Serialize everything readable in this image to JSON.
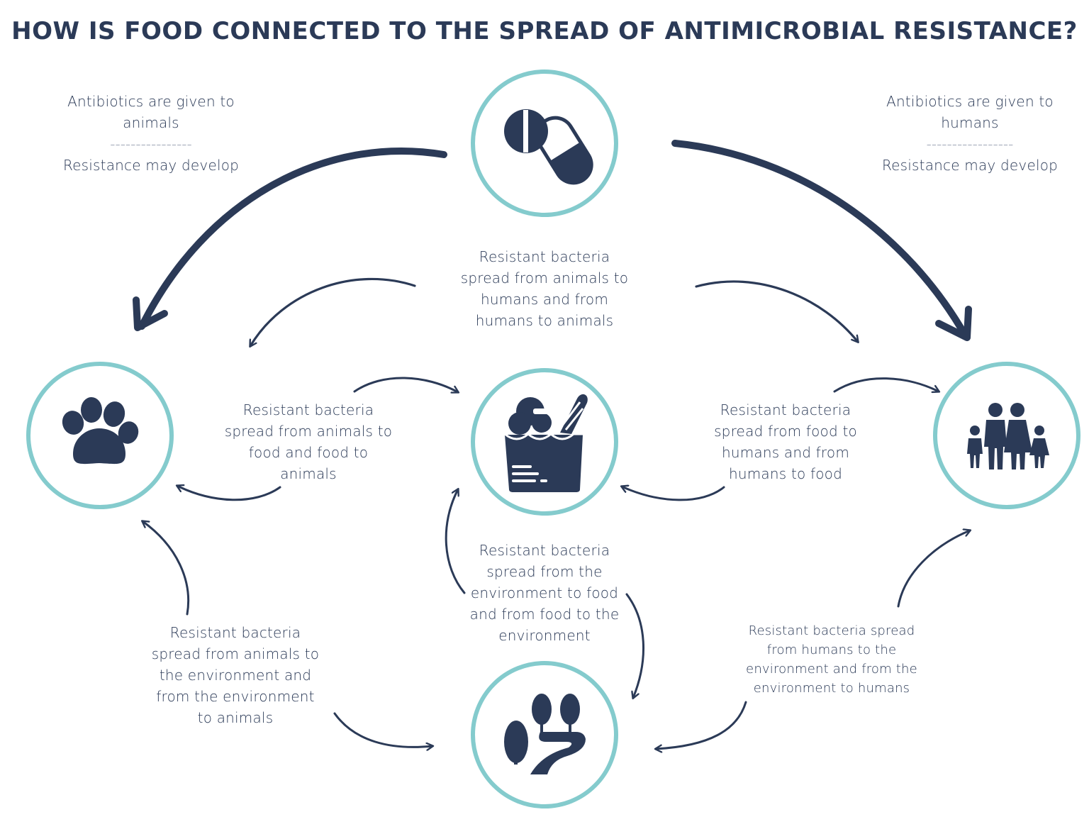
{
  "title": "HOW IS FOOD CONNECTED TO THE SPREAD OF ANTIMICROBIAL RESISTANCE?",
  "colors": {
    "ring": "#84cbcd",
    "ink": "#2b3a57"
  },
  "nodes": {
    "antibiotics": {
      "icon": "pill-capsule-icon"
    },
    "animals": {
      "icon": "paw-icon"
    },
    "food": {
      "icon": "grocery-bag-icon"
    },
    "humans": {
      "icon": "family-icon"
    },
    "environment": {
      "icon": "trees-path-icon"
    }
  },
  "labels": {
    "antibiotics_animals": {
      "line1": "Antibiotics are given to",
      "line2": "animals",
      "separator": "----------------",
      "line3": "Resistance may develop"
    },
    "antibiotics_humans": {
      "line1": "Antibiotics are given to",
      "line2": "humans",
      "separator": "-----------------",
      "line3": "Resistance may develop"
    },
    "animals_humans": [
      "Resistant bacteria",
      "spread from animals to",
      "humans and from",
      "humans to animals"
    ],
    "animals_food": [
      "Resistant bacteria",
      "spread from animals to",
      "food and food to",
      "animals"
    ],
    "food_humans": [
      "Resistant bacteria",
      "spread from food to",
      "humans and from",
      "humans to food"
    ],
    "environment_food": [
      "Resistant bacteria",
      "spread from the",
      "environment to food",
      "and from food to the",
      "environment"
    ],
    "animals_environment": [
      "Resistant bacteria",
      "spread from animals to",
      "the environment and",
      "from the environment",
      "to animals"
    ],
    "humans_environment": [
      "Resistant bacteria spread",
      "from humans to the",
      "environment and from the",
      "environment to humans"
    ]
  }
}
